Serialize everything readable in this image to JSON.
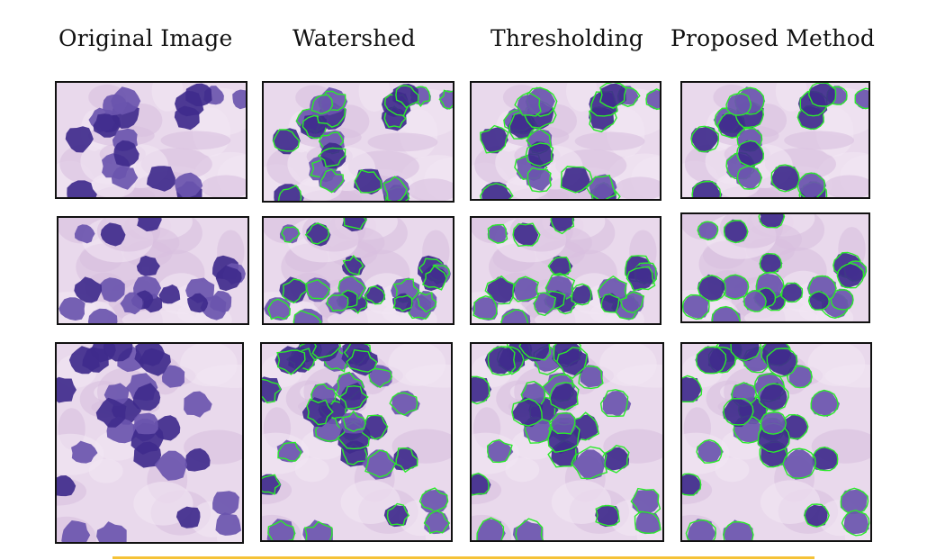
{
  "figure": {
    "columns": [
      {
        "title": "Original Image",
        "key": "original"
      },
      {
        "title": "Watershed",
        "key": "watershed"
      },
      {
        "title": "Thresholding",
        "key": "thresholding"
      },
      {
        "title": "Proposed Method",
        "key": "proposed"
      }
    ],
    "rows": 3,
    "colors": {
      "background": "#e9d9ec",
      "nucleus": "#3f2b8c",
      "nucleus_light": "#6a55ae",
      "outline": "#2bea2b",
      "divider": "#f5c237"
    }
  }
}
